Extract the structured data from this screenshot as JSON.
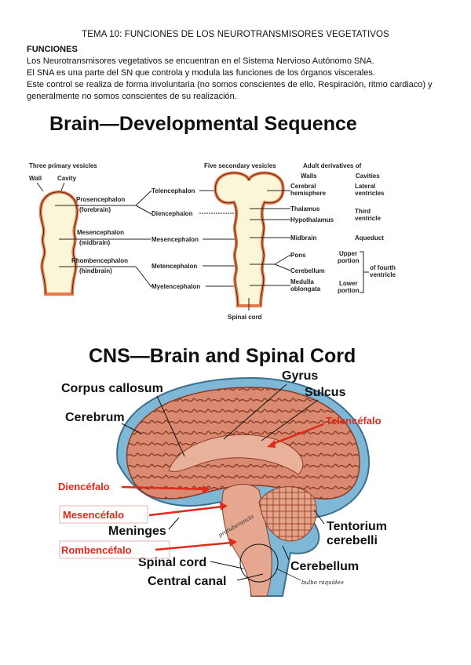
{
  "header": {
    "title": "TEMA 10: FUNCIONES DE LOS NEUROTRANSMISORES VEGETATIVOS"
  },
  "section": {
    "heading": "FUNCIONES",
    "lines": [
      "Los Neurotransmisores vegetativos se encuentran en el Sistema Nervioso Autónomo SNA.",
      "El SNA es una parte del SN que controla y modula las funciones de los órganos viscerales.",
      "Este control se realiza de forma involuntaria (no somos conscientes de ello. Respiración, ritmo cardiaco) y",
      "generalmente no somos conscientes de su realización."
    ]
  },
  "figure1": {
    "title": "Brain—Developmental Sequence",
    "col_primary": "Three primary vesicles",
    "col_secondary": "Five secondary vesicles",
    "col_adult": "Adult derivatives of",
    "col_walls": "Walls",
    "col_cavities": "Cavities",
    "wall": "Wall",
    "cavity": "Cavity",
    "primary": [
      {
        "name": "Prosencephalon",
        "sub": "(forebrain)"
      },
      {
        "name": "Mesencephalon",
        "sub": "(midbrain)"
      },
      {
        "name": "Rhombencephalon",
        "sub": "(hindbrain)"
      }
    ],
    "secondary": [
      "Telencephalon",
      "Diencephalon",
      "Mesencephalon",
      "Metencephalon",
      "Myelencephalon"
    ],
    "walls": [
      "Cerebral",
      "hemisphere",
      "Thalamus",
      "Hypothalamus",
      "Midbrain",
      "Pons",
      "Cerebellum",
      "Medulla",
      "oblongata"
    ],
    "cavities": [
      "Lateral",
      "ventricles",
      "Third",
      "ventricle",
      "Aqueduct",
      "Upper",
      "portion",
      "Lower",
      "portion",
      "of fourth",
      "ventricle"
    ],
    "spinal_cord": "Spinal cord",
    "colors": {
      "wall": "#e8784a",
      "cavity": "#fbf6d8"
    }
  },
  "figure2": {
    "title": "CNS—Brain and Spinal Cord",
    "labels": {
      "corpus_callosum": "Corpus callosum",
      "gyrus": "Gyrus",
      "sulcus": "Sulcus",
      "cerebrum": "Cerebrum",
      "meninges": "Meninges",
      "tentorium1": "Tentorium",
      "tentorium2": "cerebelli",
      "spinal_cord": "Spinal cord",
      "central_canal": "Central canal",
      "cerebellum": "Cerebellum"
    },
    "annotations": {
      "telencefalo": "Telencéfalo",
      "diencefalo": "Diencéfalo",
      "mesencefalo": "Mesencéfalo",
      "rombencefalo": "Rombencéfalo",
      "hand_protuberancia": "protuberancia",
      "hand_bulbo": "bulbo raquídeo"
    },
    "colors": {
      "annotation": "#e02a1c",
      "brain": "#d9866e",
      "meninges": "#7fb8d6"
    }
  }
}
